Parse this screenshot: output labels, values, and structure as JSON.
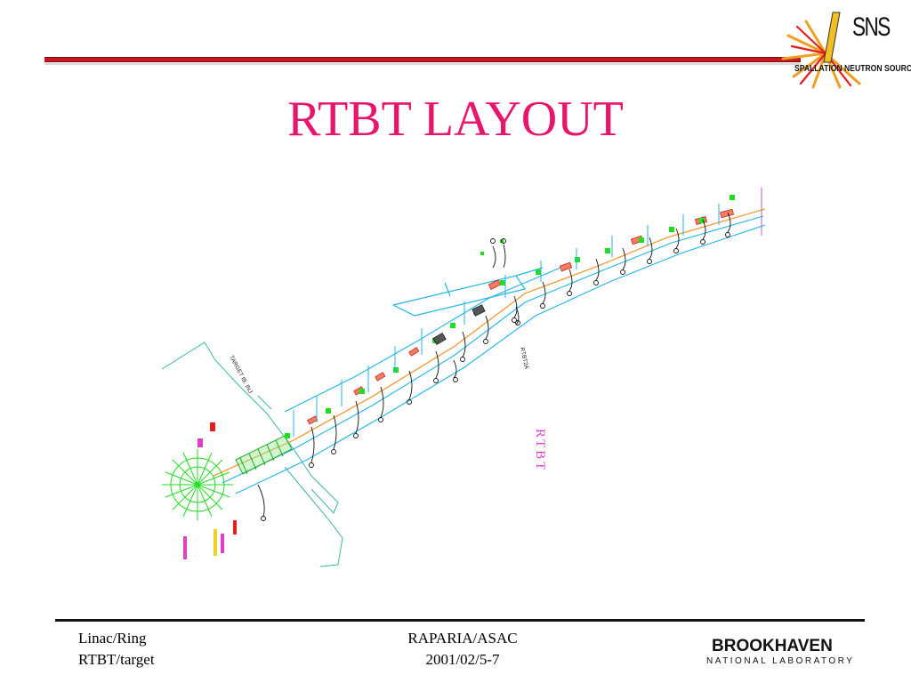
{
  "slide": {
    "title": "RTBT LAYOUT"
  },
  "logo": {
    "name": "SNS",
    "subtitle": "SPALLATION NEUTRON SOURCE"
  },
  "diagram": {
    "label_target_area": "TARGET IB. INJ",
    "label_rtbt_area": "RTBT2A",
    "label_rtbt": "RTBT"
  },
  "footer": {
    "left_line1": "Linac/Ring",
    "left_line2": "RTBT/target",
    "center_line1": "RAPARIA/ASAC",
    "center_line2": "2001/02/5-7",
    "org_name": "BROOKHAVEN",
    "org_subtitle": "NATIONAL LABORATORY"
  },
  "colors": {
    "title": "#e8156d",
    "rule": "#c7161c",
    "beamline_cyan": "#1fb6e8",
    "magnet_green": "#22dd22",
    "beam_orange": "#f0a040",
    "label_magenta": "#e040c8"
  }
}
